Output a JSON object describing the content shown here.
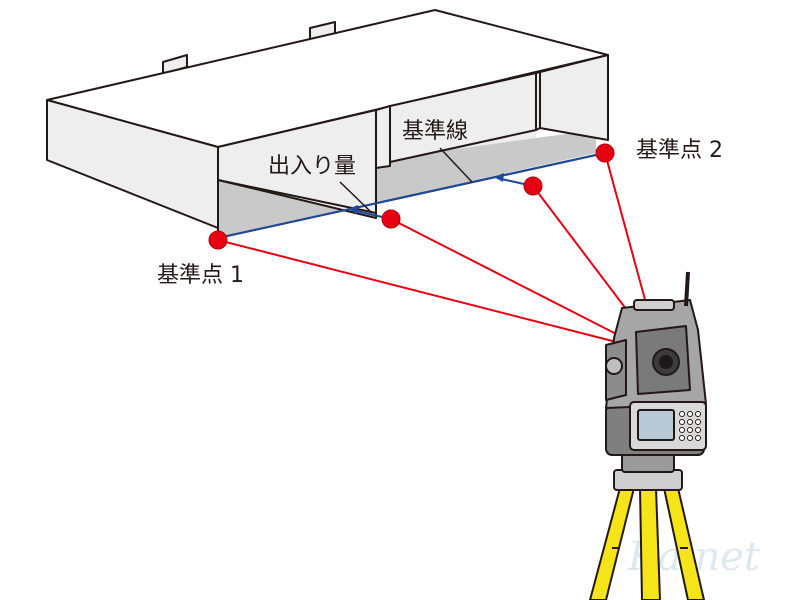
{
  "labels": {
    "reference_point_1": "基準点 1",
    "reference_point_2": "基準点 2",
    "reference_line": "基準線",
    "offset": "出入り量"
  },
  "watermark": "Kainet",
  "colors": {
    "sight_line": "#e60012",
    "reference_line": "#1d4a9a",
    "target_point": "#e60012",
    "wall_face": "#eeeeee",
    "box_top": "#ffffff",
    "floor": "#c9c9c9",
    "outline": "#231815",
    "tripod": "#f5e418"
  },
  "icons": {
    "instrument": "total-station-icon",
    "tripod": "tripod-icon"
  }
}
